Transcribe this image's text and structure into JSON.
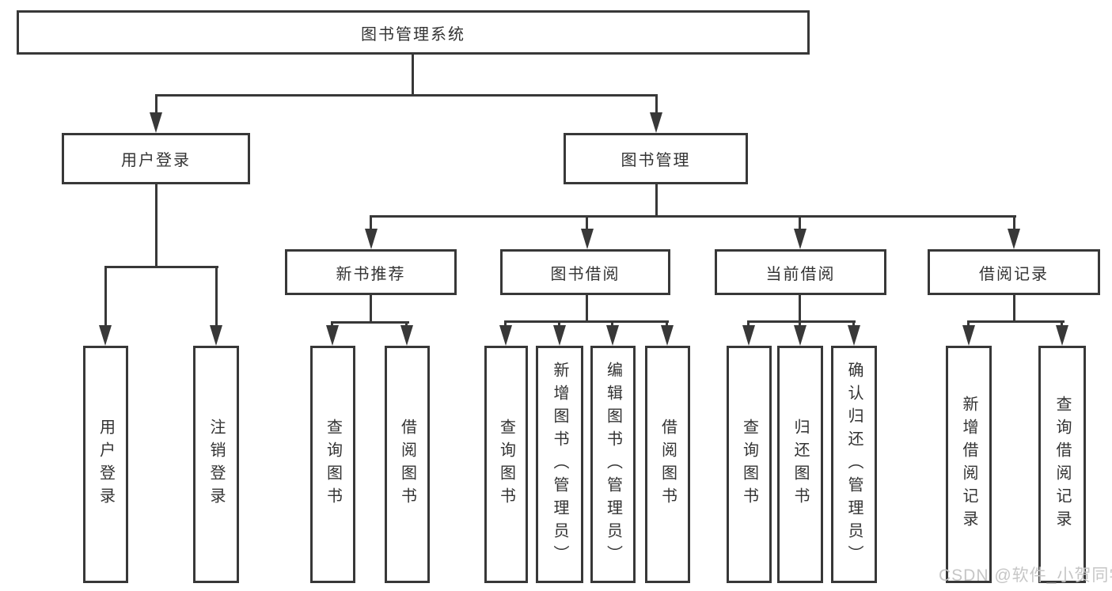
{
  "colors": {
    "line": "#383838",
    "text": "#333333",
    "box_bg": "#ffffff",
    "watermark": "#c6c6c6"
  },
  "watermark": {
    "text": "CSDN @软件_小贺同学"
  },
  "tree": {
    "label": "图书管理系统",
    "children": [
      {
        "label": "用户登录",
        "children": [
          {
            "label": "用户登录"
          },
          {
            "label": "注销登录"
          }
        ]
      },
      {
        "label": "图书管理",
        "children": [
          {
            "label": "新书推荐",
            "children": [
              {
                "label": "查询图书"
              },
              {
                "label": "借阅图书"
              }
            ]
          },
          {
            "label": "图书借阅",
            "children": [
              {
                "label": "查询图书"
              },
              {
                "label": "新增图书（管理员）"
              },
              {
                "label": "编辑图书（管理员）"
              },
              {
                "label": "借阅图书"
              }
            ]
          },
          {
            "label": "当前借阅",
            "children": [
              {
                "label": "查询图书"
              },
              {
                "label": "归还图书"
              },
              {
                "label": "确认归还（管理员）"
              }
            ]
          },
          {
            "label": "借阅记录",
            "children": [
              {
                "label": "新增借阅记录"
              },
              {
                "label": "查询借阅记录"
              }
            ]
          }
        ]
      }
    ]
  }
}
